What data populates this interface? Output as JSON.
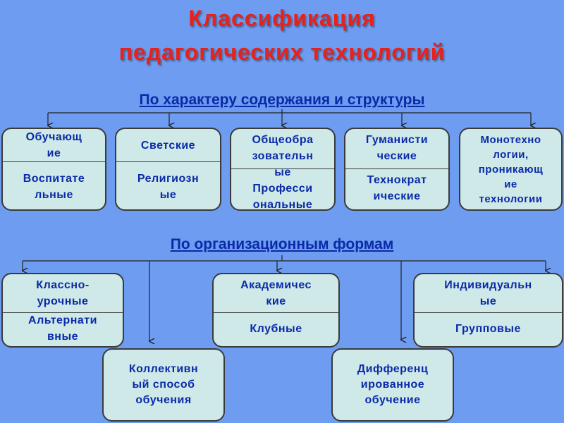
{
  "title": {
    "line1": "Классификация",
    "line2": "педагогических технологий"
  },
  "section1": {
    "heading": "По характеру содержания и структуры",
    "boxes": [
      {
        "top": "Обучающ\nие",
        "bottom": "Воспитате\nльные"
      },
      {
        "top": "Светские",
        "bottom": "Религиозн\nые"
      },
      {
        "top": "Общеобра\nзовательн",
        "bottom": "ые\nПрофесси\nональные"
      },
      {
        "top": "Гуманисти\nческие",
        "bottom": "Технократ\nические"
      },
      {
        "single": "Монотехно\nлогии,\nпроникающ\nие\nтехнологии"
      }
    ]
  },
  "section2": {
    "heading": "По организационным формам",
    "boxes": [
      {
        "top": "Классно-\nурочные",
        "bottom": "Альтернати\nвные"
      },
      {
        "top": "Академичес\nкие",
        "bottom": "Клубные"
      },
      {
        "top": "Индивидуальн\nые",
        "bottom": "Групповые"
      },
      {
        "single": "Коллективн\nый способ\nобучения"
      },
      {
        "single": "Дифференц\nированное\nобучение"
      }
    ]
  },
  "colors": {
    "background": "#6d9cf0",
    "title": "#e8211b",
    "text": "#0a2aa8",
    "box_fill": "#cfe8e8"
  }
}
